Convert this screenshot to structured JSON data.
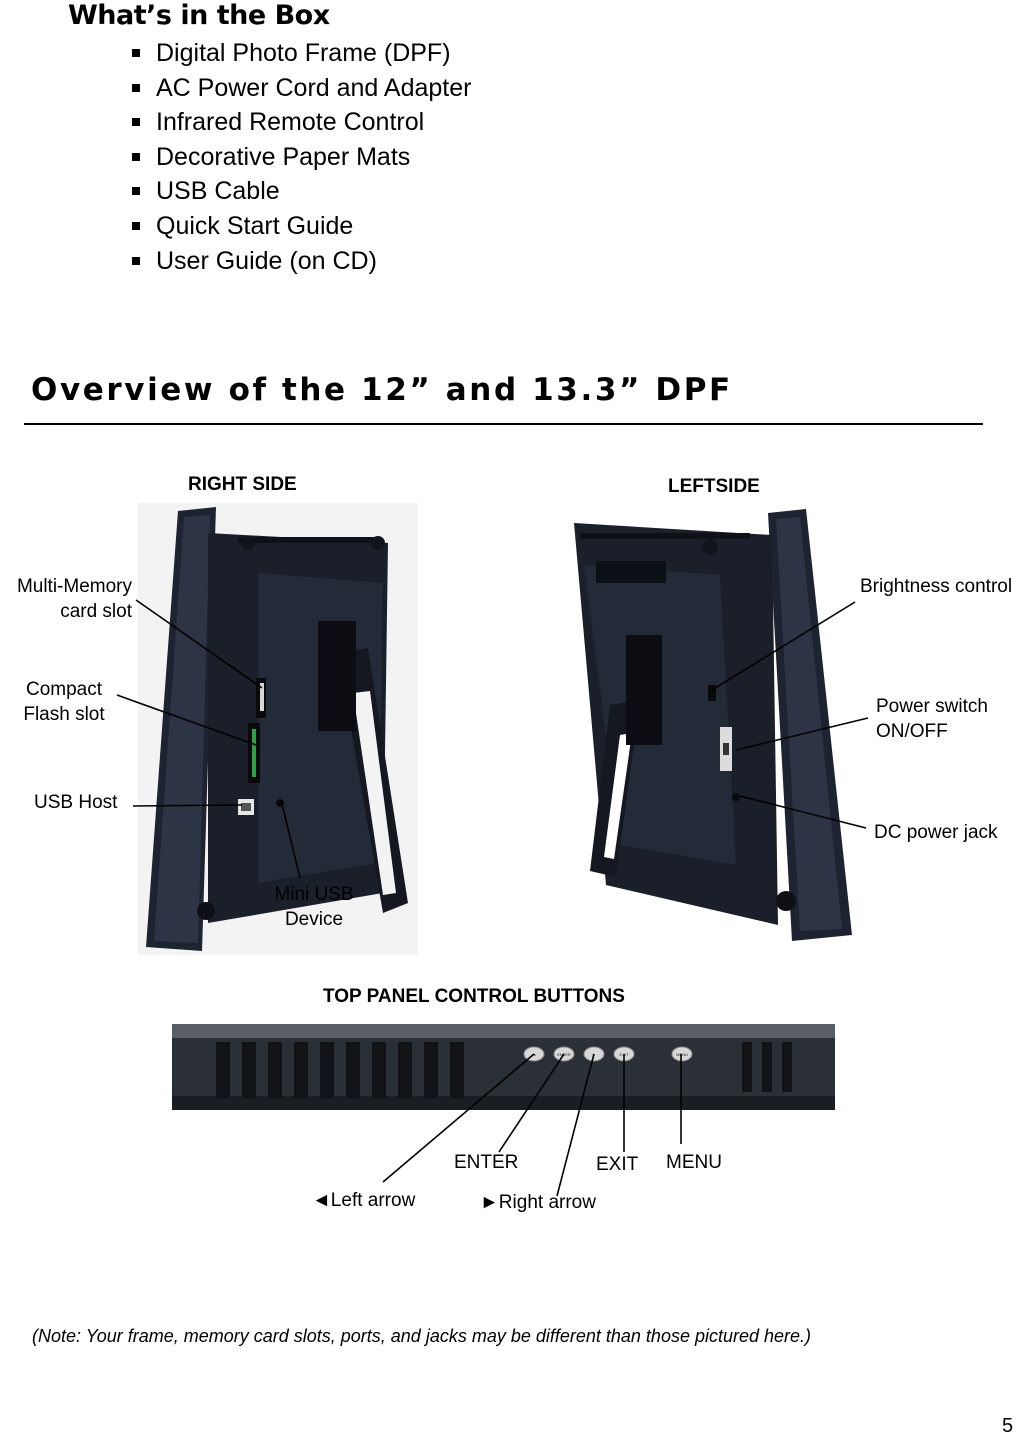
{
  "whats_in_box": {
    "title": "What’s in the Box",
    "items": [
      "Digital Photo Frame (DPF)",
      "AC Power Cord and Adapter",
      "Infrared Remote Control",
      "Decorative Paper Mats",
      "USB Cable",
      "Quick Start Guide",
      "User Guide (on CD)"
    ]
  },
  "overview": {
    "title": "Overview of the 12” and 13.3” DPF",
    "right_side": {
      "label": "RIGHT SIDE",
      "callouts": {
        "multi_memory": "Multi-Memory\ncard slot",
        "compact_flash": "Compact\nFlash slot",
        "usb_host": "USB Host",
        "mini_usb": "Mini USB\nDevice"
      }
    },
    "left_side": {
      "label": "LEFTSIDE",
      "callouts": {
        "brightness": "Brightness control",
        "power_switch": "Power switch\nON/OFF",
        "dc_jack": "DC power jack"
      }
    },
    "top_panel": {
      "label": "TOP PANEL CONTROL BUTTONS",
      "buttons": {
        "enter": "ENTER",
        "exit": "EXIT",
        "menu": "MENU",
        "left_arrow": "◄Left arrow",
        "right_arrow": "►Right arrow"
      },
      "button_caps": [
        "◄",
        "ENTER",
        "►",
        "EXIT",
        "MENU"
      ]
    }
  },
  "note": "(Note: Your frame, memory card slots, ports, and jacks may be different than those pictured here.)",
  "page_number": "5"
}
